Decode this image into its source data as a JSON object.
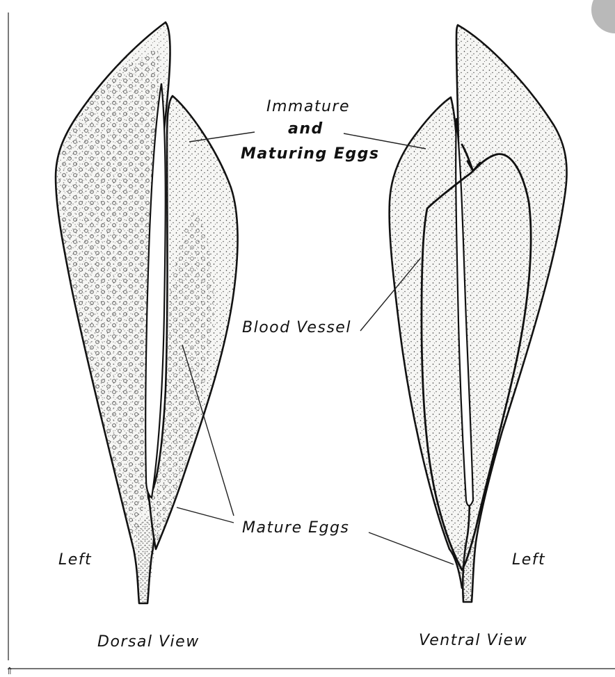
{
  "labels": {
    "immature_line1": "Immature",
    "immature_line2": "and",
    "immature_line3": "Maturing Eggs",
    "blood_vessel": "Blood Vessel",
    "mature_eggs": "Mature Eggs",
    "left_dorsal": "Left",
    "left_ventral": "Left",
    "dorsal_view": "Dorsal View",
    "ventral_view": "Ventral View"
  }
}
